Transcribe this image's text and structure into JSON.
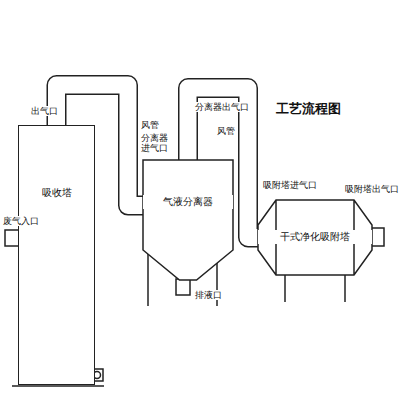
{
  "diagram": {
    "title": "工艺流程图",
    "nodes": [
      {
        "text": [
          "吸收塔"
        ]
      },
      {
        "text": [
          "气液分离器"
        ]
      },
      {
        "text": [
          "干式净化吸附塔"
        ]
      }
    ],
    "edges": [
      {
        "from": 0,
        "to": 1,
        "arrow": "none",
        "label": "风管"
      },
      {
        "from": 1,
        "to": 2,
        "arrow": "none",
        "label": "风管"
      }
    ],
    "labels": [
      "出气口",
      "废气入口",
      "分离器出气口",
      "分离器进气口",
      "排液口",
      "吸附塔进气口",
      "吸附塔出气口"
    ]
  }
}
